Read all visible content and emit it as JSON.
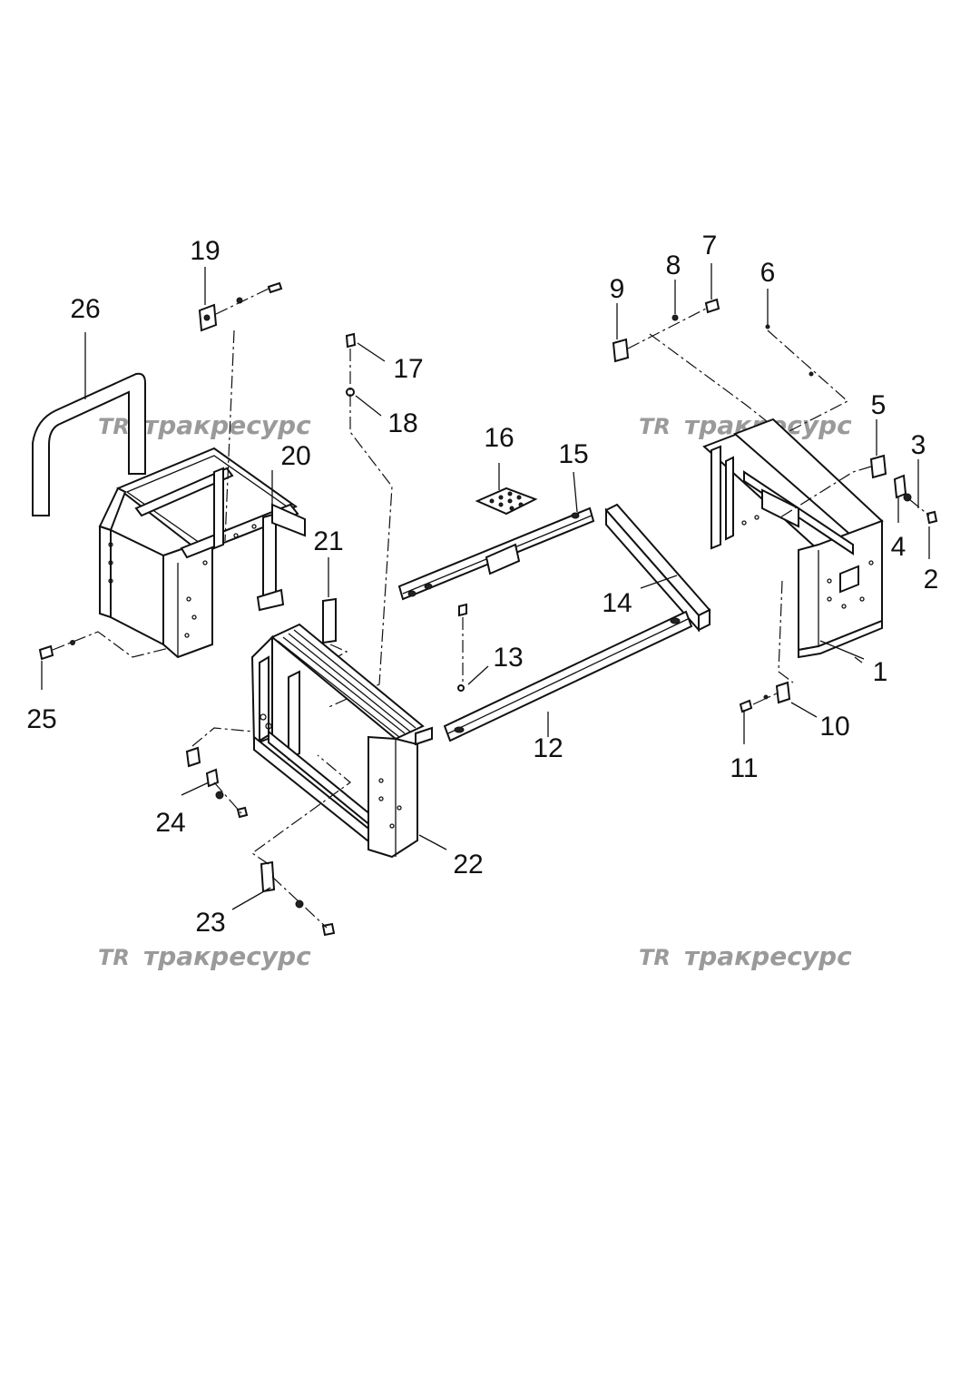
{
  "watermarks": [
    {
      "logo": "TR",
      "text": "тракресурс"
    },
    {
      "logo": "TR",
      "text": "тракресурс"
    },
    {
      "logo": "TR",
      "text": "тракресурс"
    },
    {
      "logo": "TR",
      "text": "тракресурс"
    }
  ],
  "labels": {
    "p1": "1",
    "p2": "2",
    "p3": "3",
    "p4": "4",
    "p5": "5",
    "p6": "6",
    "p7": "7",
    "p8": "8",
    "p9": "9",
    "p10": "10",
    "p11": "11",
    "p12": "12",
    "p13": "13",
    "p14": "14",
    "p15": "15",
    "p16": "16",
    "p17": "17",
    "p18": "18",
    "p19": "19",
    "p20": "20",
    "p21": "21",
    "p22": "22",
    "p23": "23",
    "p24": "24",
    "p25": "25",
    "p26": "26"
  }
}
